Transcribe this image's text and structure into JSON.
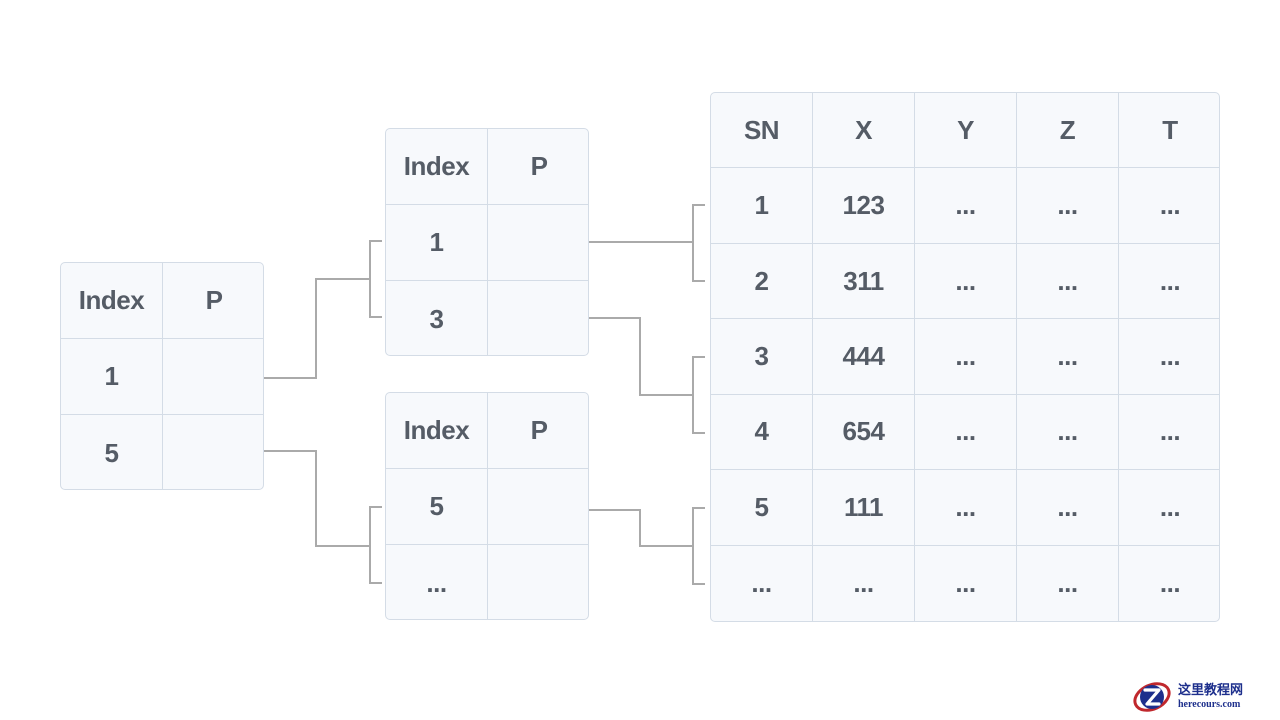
{
  "colors": {
    "border": "#d4dce6",
    "cell_fill": "#f7f9fc",
    "text": "#555c66",
    "connector": "#aaaaaa",
    "watermark_blue": "#1d2f8c",
    "watermark_red": "#c0282d"
  },
  "root_index": {
    "headers": [
      "Index",
      "P"
    ],
    "rows": [
      [
        "1",
        ""
      ],
      [
        "5",
        ""
      ]
    ]
  },
  "index_a": {
    "headers": [
      "Index",
      "P"
    ],
    "rows": [
      [
        "1",
        ""
      ],
      [
        "3",
        ""
      ]
    ]
  },
  "index_b": {
    "headers": [
      "Index",
      "P"
    ],
    "rows": [
      [
        "5",
        ""
      ],
      [
        "...",
        ""
      ]
    ]
  },
  "data_table": {
    "headers": [
      "SN",
      "X",
      "Y",
      "Z",
      "T"
    ],
    "rows": [
      [
        "1",
        "123",
        "...",
        "...",
        "..."
      ],
      [
        "2",
        "311",
        "...",
        "...",
        "..."
      ],
      [
        "3",
        "444",
        "...",
        "...",
        "..."
      ],
      [
        "4",
        "654",
        "...",
        "...",
        "..."
      ],
      [
        "5",
        "111",
        "...",
        "...",
        "..."
      ],
      [
        "...",
        "...",
        "...",
        "...",
        "..."
      ]
    ]
  },
  "watermark": {
    "text_cn": "这里教程网",
    "text_en": "herecours.com",
    "icon": "z-logo-icon"
  }
}
